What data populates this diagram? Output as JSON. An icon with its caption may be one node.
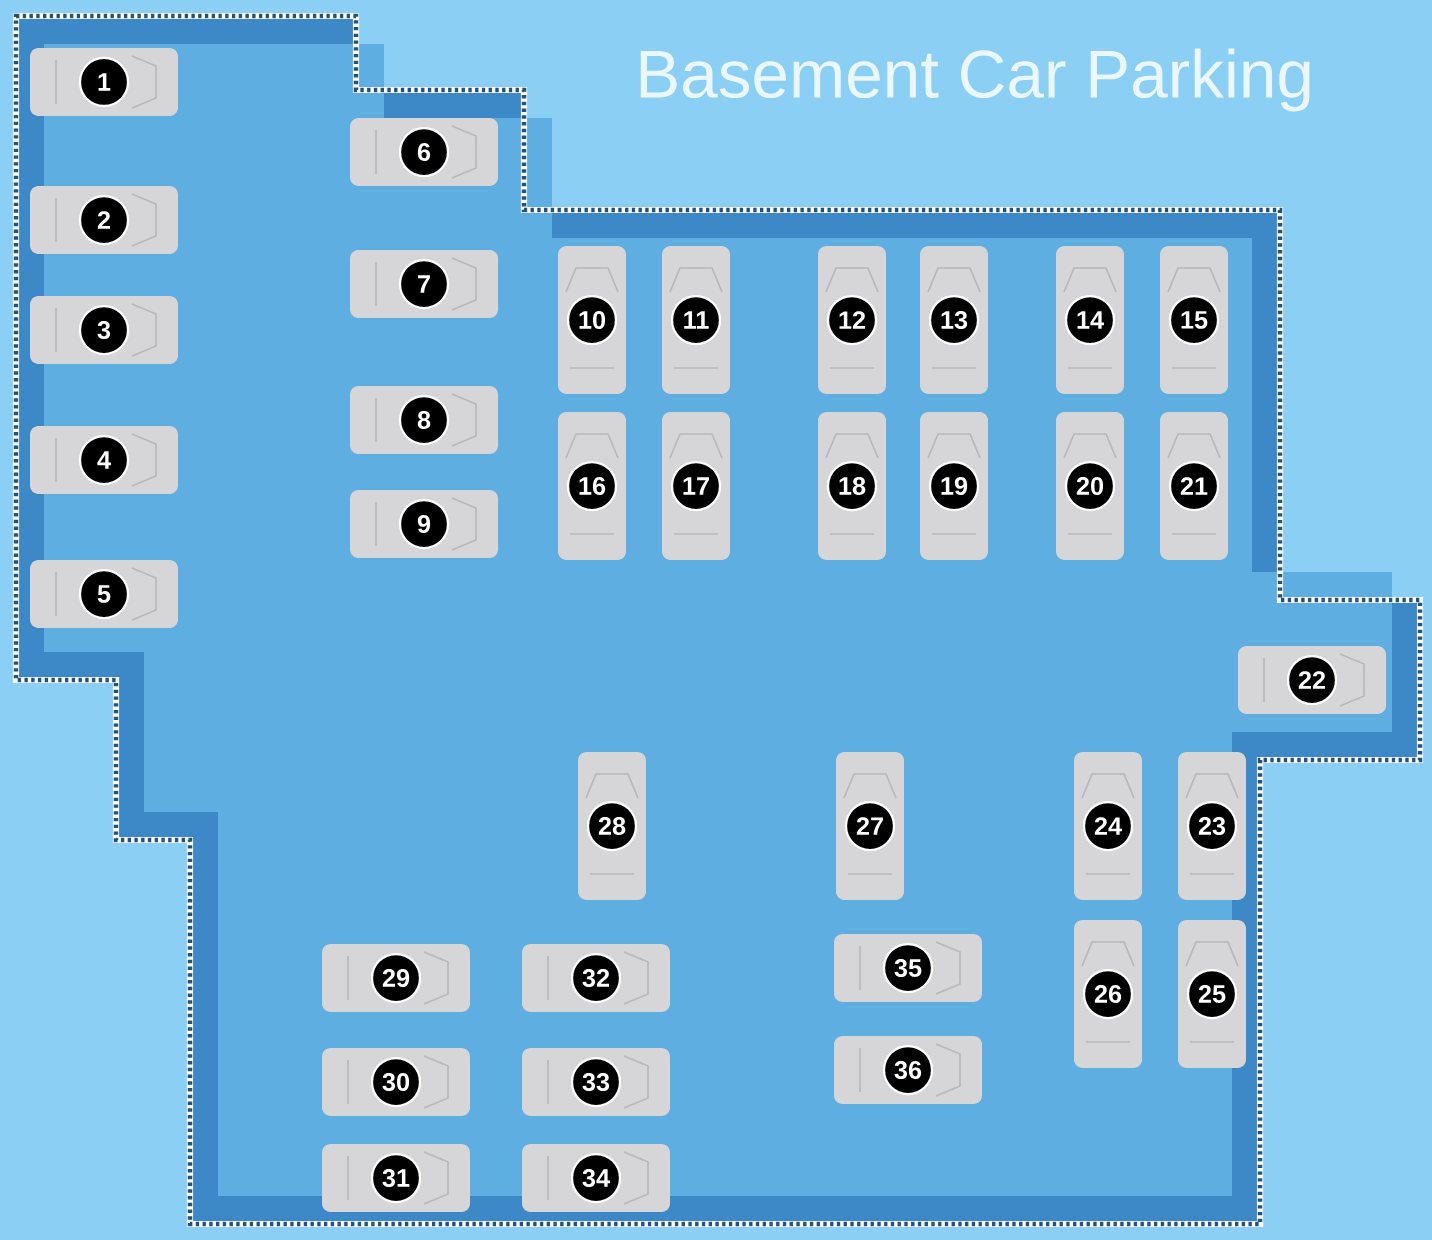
{
  "diagram": {
    "title": "Basement Car Parking",
    "nodes": [
      {
        "text": [
          "1"
        ]
      },
      {
        "text": [
          "2"
        ]
      },
      {
        "text": [
          "3"
        ]
      },
      {
        "text": [
          "4"
        ]
      },
      {
        "text": [
          "5"
        ]
      },
      {
        "text": [
          "6"
        ]
      },
      {
        "text": [
          "7"
        ]
      },
      {
        "text": [
          "8"
        ]
      },
      {
        "text": [
          "9"
        ]
      },
      {
        "text": [
          "10"
        ]
      },
      {
        "text": [
          "11"
        ]
      },
      {
        "text": [
          "12"
        ]
      },
      {
        "text": [
          "13"
        ]
      },
      {
        "text": [
          "14"
        ]
      },
      {
        "text": [
          "15"
        ]
      },
      {
        "text": [
          "16"
        ]
      },
      {
        "text": [
          "17"
        ]
      },
      {
        "text": [
          "18"
        ]
      },
      {
        "text": [
          "19"
        ]
      },
      {
        "text": [
          "20"
        ]
      },
      {
        "text": [
          "21"
        ]
      },
      {
        "text": [
          "22"
        ]
      },
      {
        "text": [
          "28"
        ]
      },
      {
        "text": [
          "27"
        ]
      },
      {
        "text": [
          "24"
        ]
      },
      {
        "text": [
          "23"
        ]
      },
      {
        "text": [
          "26"
        ]
      },
      {
        "text": [
          "25"
        ]
      },
      {
        "text": [
          "29"
        ]
      },
      {
        "text": [
          "32"
        ]
      },
      {
        "text": [
          "35"
        ]
      },
      {
        "text": [
          "30"
        ]
      },
      {
        "text": [
          "33"
        ]
      },
      {
        "text": [
          "36"
        ]
      },
      {
        "text": [
          "31"
        ]
      },
      {
        "text": [
          "34"
        ]
      }
    ]
  }
}
